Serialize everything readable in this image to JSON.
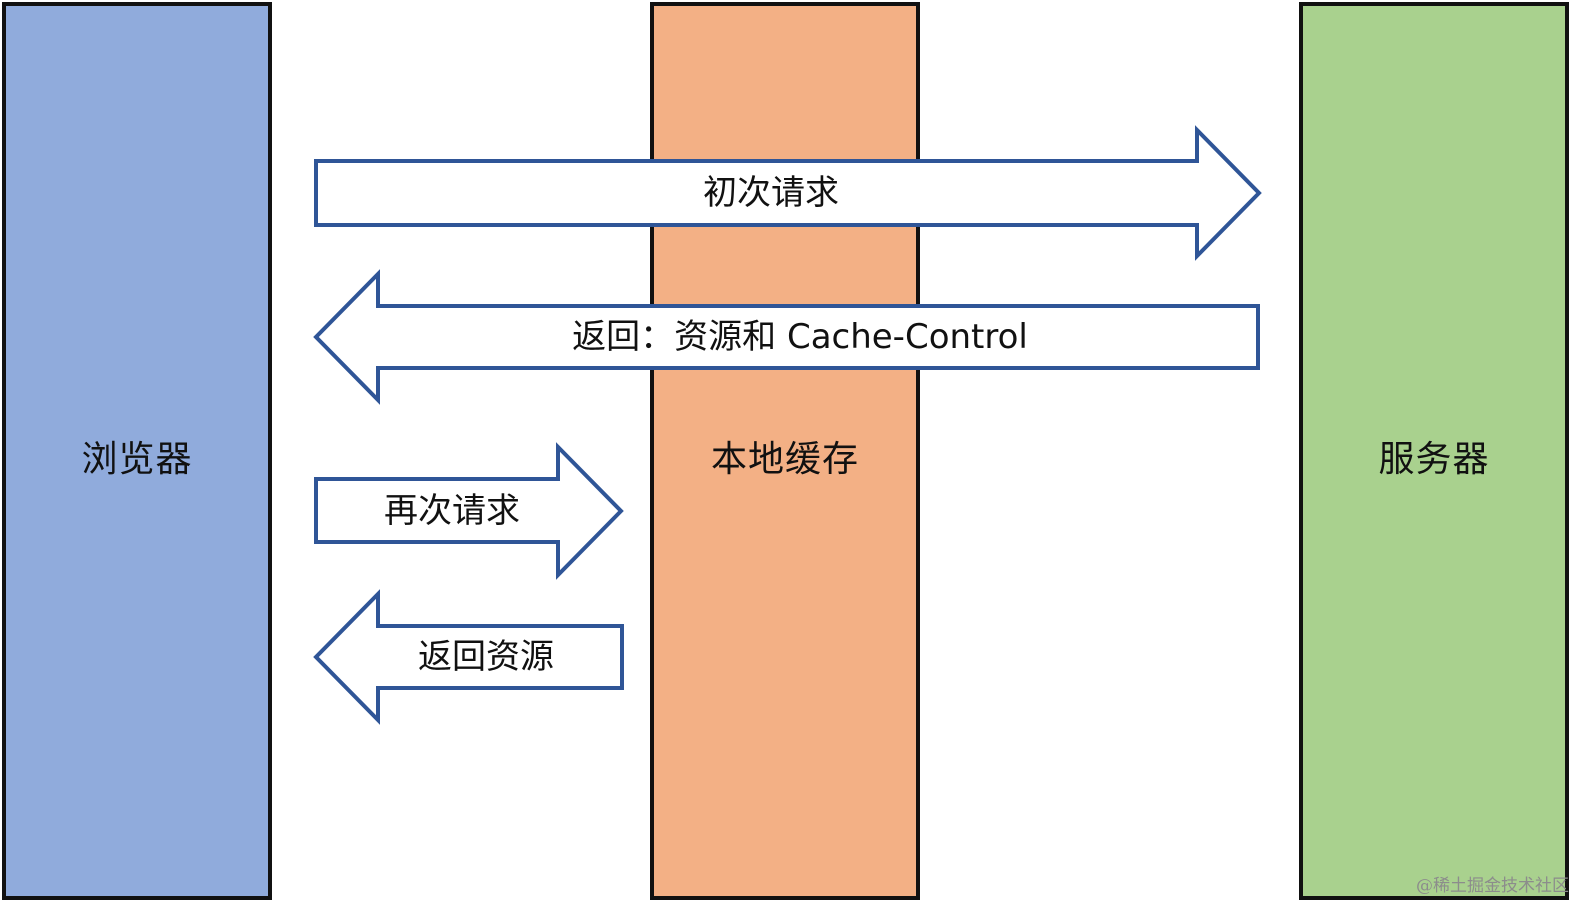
{
  "colors": {
    "browser_fill": "#90abdc",
    "cache_fill": "#f3b085",
    "server_fill": "#a9d18e",
    "box_border": "#111111",
    "arrow_stroke": "#2f5597",
    "arrow_fill": "#ffffff"
  },
  "columns": {
    "browser": "浏览器",
    "local_cache": "本地缓存",
    "server": "服务器"
  },
  "arrows": {
    "initial_request": {
      "label": "初次请求",
      "direction": "right"
    },
    "response_with_cache_control": {
      "label": "返回：资源和 Cache-Control",
      "direction": "left"
    },
    "second_request": {
      "label": "再次请求",
      "direction": "right"
    },
    "return_resource": {
      "label": "返回资源",
      "direction": "left"
    }
  },
  "watermark": "@稀土掘金技术社区"
}
